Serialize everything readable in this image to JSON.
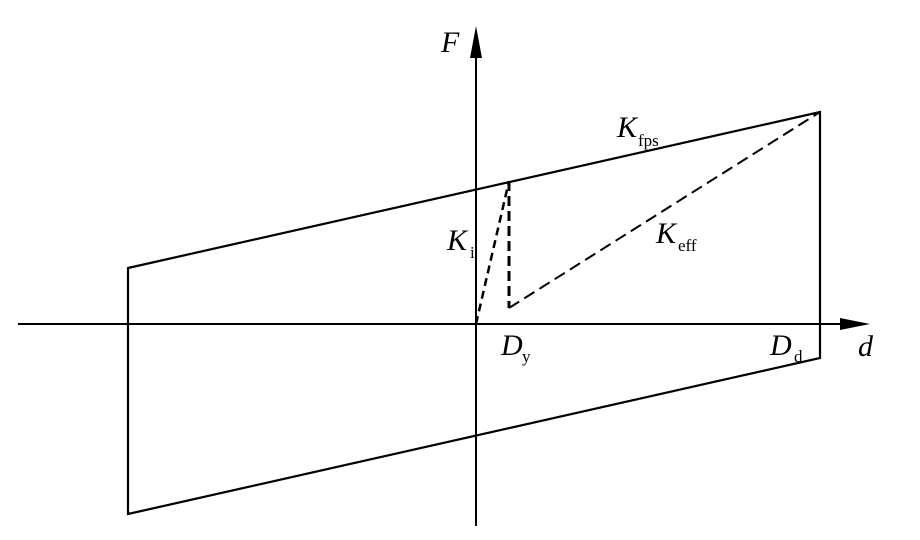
{
  "diagram": {
    "axis_x_label": "d",
    "axis_y_label": "F",
    "k_fps": {
      "main": "K",
      "sub": "fps"
    },
    "k_eff": {
      "main": "K",
      "sub": "eff"
    },
    "k_i": {
      "main": "K",
      "sub": "i"
    },
    "d_y": {
      "main": "D",
      "sub": "y"
    },
    "d_d": {
      "main": "D",
      "sub": "d"
    },
    "line_color": "#000000",
    "background": "#ffffff"
  }
}
